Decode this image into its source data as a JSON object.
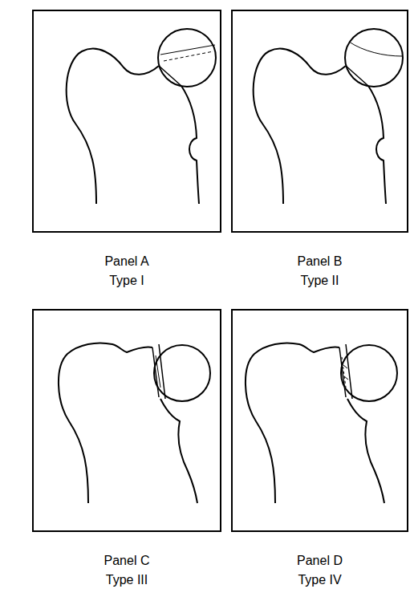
{
  "diagram": {
    "nodes": [
      {
        "text": [
          "Panel A",
          "Type I"
        ]
      },
      {
        "text": [
          "Panel B",
          "Type II"
        ]
      },
      {
        "text": [
          "Panel C",
          "Type III"
        ]
      },
      {
        "text": [
          "Panel D",
          "Type IV"
        ]
      }
    ]
  }
}
